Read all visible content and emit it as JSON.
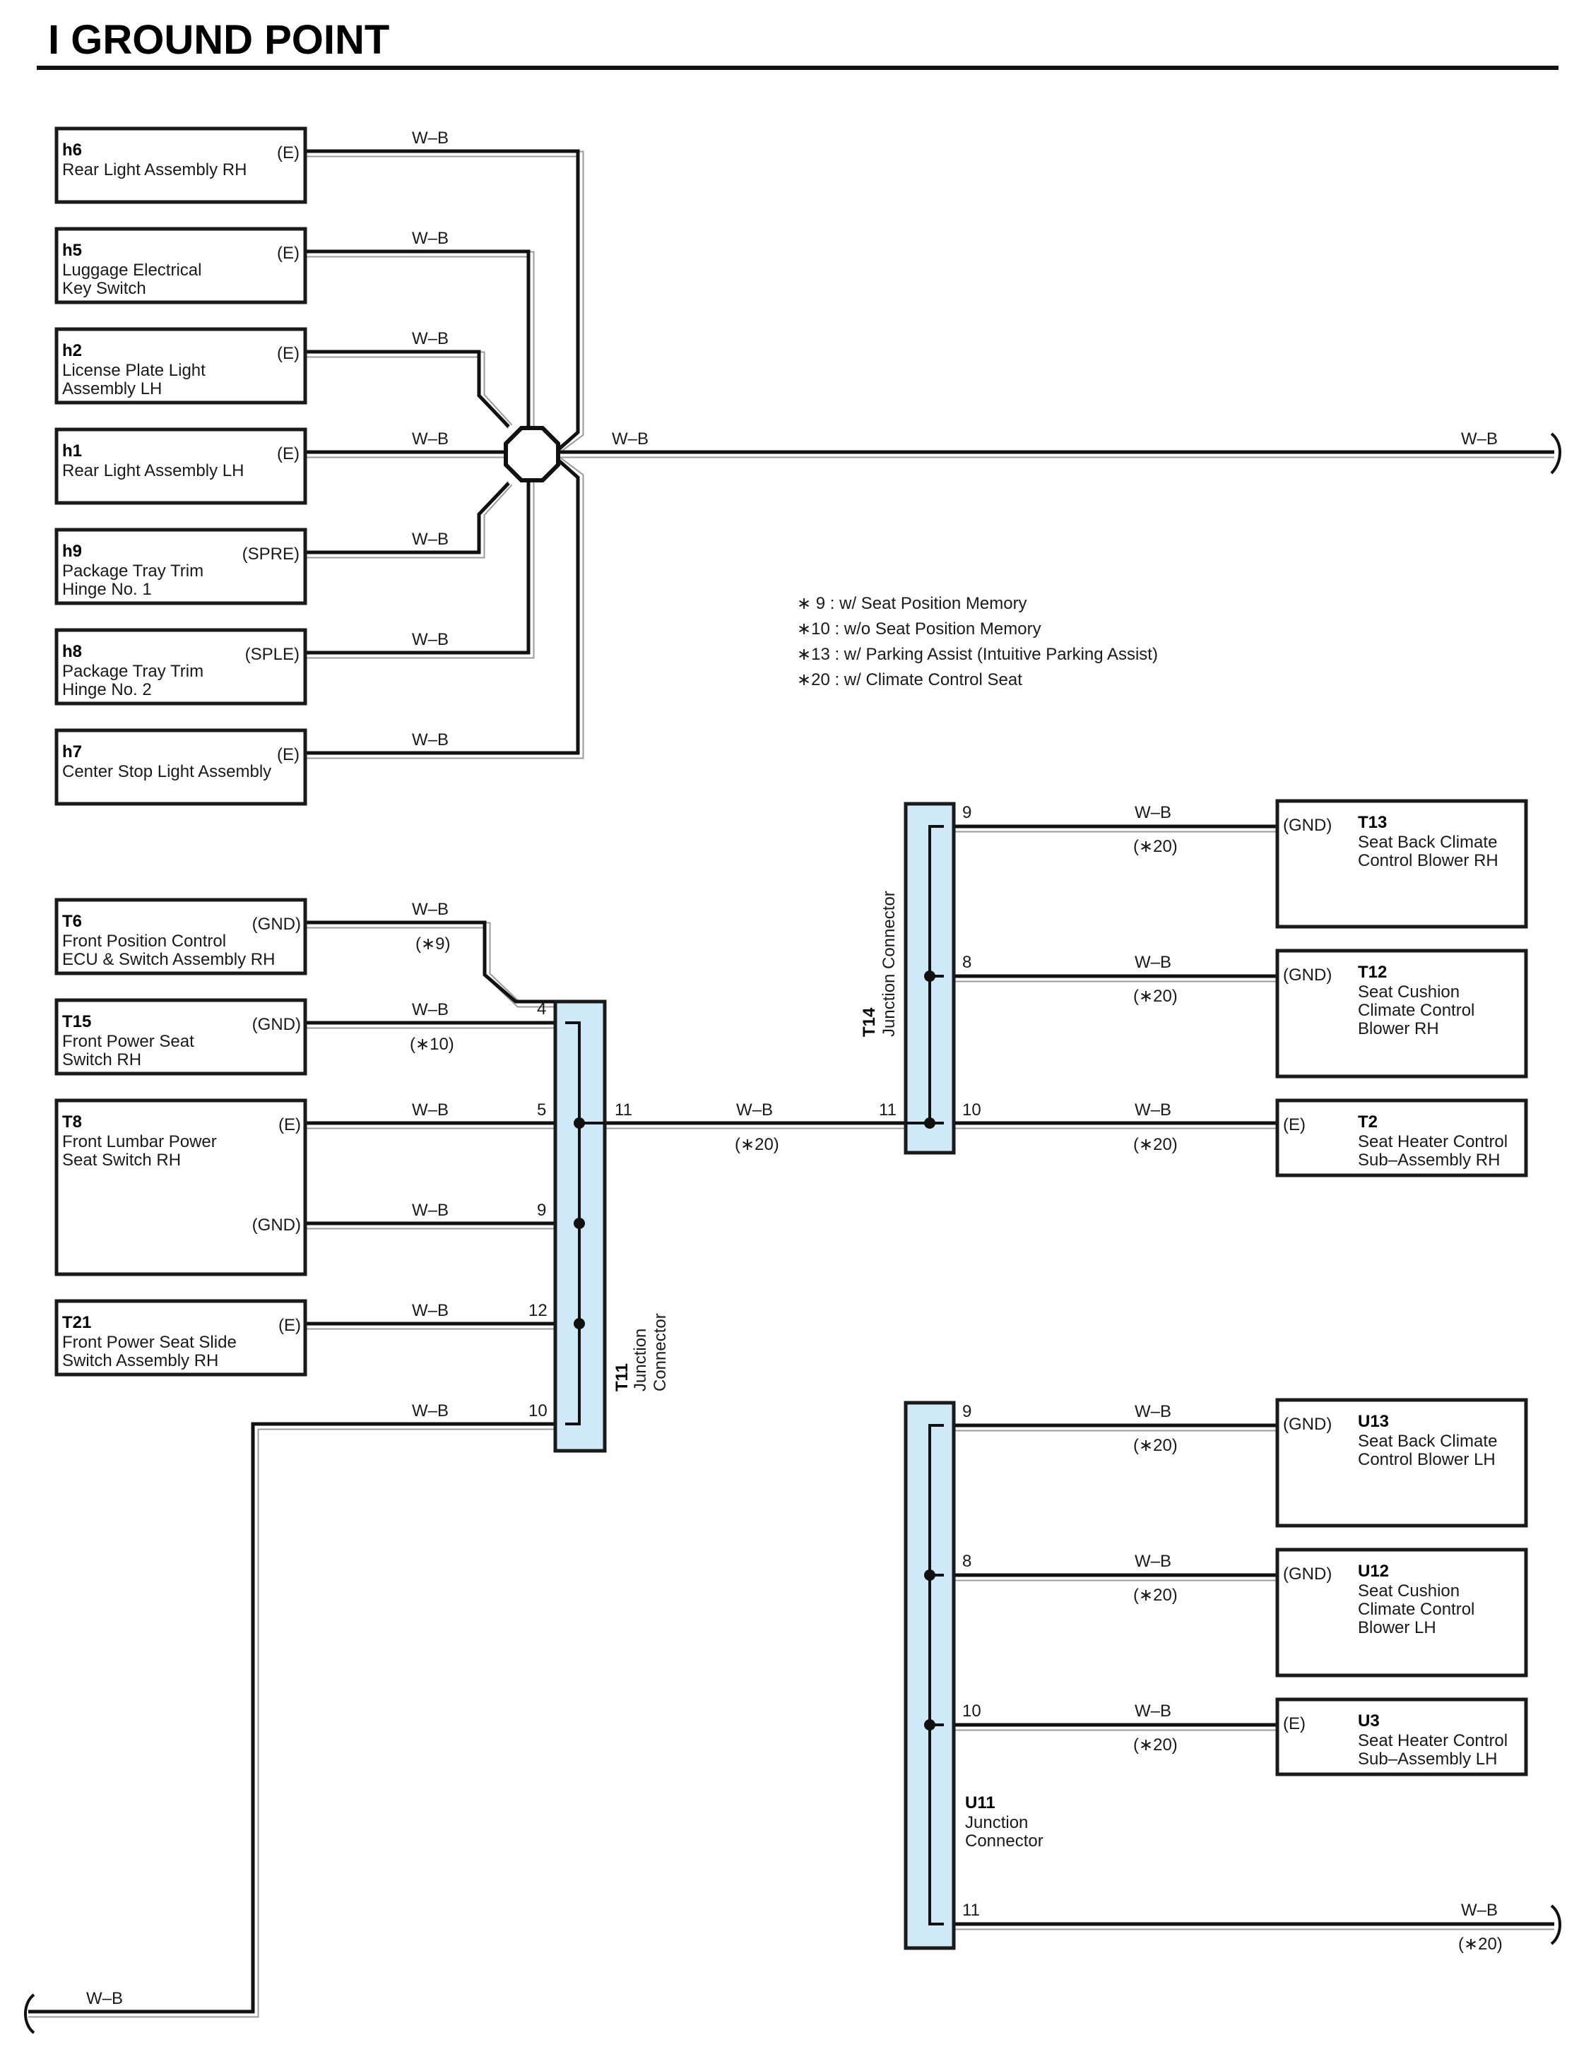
{
  "title": "I   GROUND POINT",
  "wire_label": "W–B",
  "group_top": {
    "components": [
      {
        "code": "h6",
        "name": [
          "Rear Light Assembly RH"
        ],
        "terminal": "(E)"
      },
      {
        "code": "h5",
        "name": [
          "Luggage Electrical",
          "Key Switch"
        ],
        "terminal": "(E)"
      },
      {
        "code": "h2",
        "name": [
          "License Plate Light",
          "Assembly LH"
        ],
        "terminal": "(E)"
      },
      {
        "code": "h1",
        "name": [
          "Rear Light Assembly LH"
        ],
        "terminal": "(E)"
      },
      {
        "code": "h9",
        "name": [
          "Package Tray Trim",
          "Hinge No.  1"
        ],
        "terminal": "(SPRE)"
      },
      {
        "code": "h8",
        "name": [
          "Package Tray Trim",
          "Hinge No.  2"
        ],
        "terminal": "(SPLE)"
      },
      {
        "code": "h7",
        "name": [
          "Center Stop Light Assembly"
        ],
        "terminal": "(E)"
      }
    ]
  },
  "notes": [
    "∗ 9 : w/ Seat Position Memory",
    "∗10 : w/o Seat Position Memory",
    "∗13 : w/ Parking Assist (Intuitive Parking Assist)",
    "∗20 : w/ Climate Control Seat"
  ],
  "group_t11": {
    "connector": {
      "code": "T11",
      "name": [
        "Junction",
        "Connector"
      ]
    },
    "components": [
      {
        "code": "T6",
        "name": [
          "Front Position Control",
          "ECU & Switch Assembly RH"
        ],
        "terminal": "(GND)",
        "pin": "4",
        "note": "(∗9)"
      },
      {
        "code": "T15",
        "name": [
          "Front Power Seat",
          "Switch RH"
        ],
        "terminal": "(GND)",
        "pin": "",
        "note": "(∗10)"
      },
      {
        "code": "T8",
        "name": [
          "Front Lumbar Power",
          "Seat Switch RH"
        ],
        "terminal": "(E)",
        "terminal2": "(GND)",
        "pin": "5",
        "pin2": "9",
        "note": ""
      },
      {
        "code": "T21",
        "name": [
          "Front Power Seat Slide",
          "Switch Assembly RH"
        ],
        "terminal": "(E)",
        "pin": "12",
        "note": ""
      }
    ],
    "pin_10": "10",
    "pin_out": "11",
    "out_note": "(∗20)"
  },
  "group_t14": {
    "connector": {
      "code": "T14",
      "name": [
        "Junction Connector"
      ]
    },
    "pin_in": "11",
    "components": [
      {
        "code": "T13",
        "name": [
          "Seat Back Climate",
          "Control Blower RH"
        ],
        "terminal": "(GND)",
        "pin": "9",
        "note": "(∗20)"
      },
      {
        "code": "T12",
        "name": [
          "Seat Cushion",
          "Climate Control",
          "Blower RH"
        ],
        "terminal": "(GND)",
        "pin": "8",
        "note": "(∗20)"
      },
      {
        "code": "T2",
        "name": [
          "Seat Heater Control",
          "Sub–Assembly RH"
        ],
        "terminal": "(E)",
        "pin": "10",
        "note": "(∗20)"
      }
    ]
  },
  "group_u11": {
    "connector": {
      "code": "U11",
      "name": [
        "Junction",
        "Connector"
      ]
    },
    "components": [
      {
        "code": "U13",
        "name": [
          "Seat Back Climate",
          "Control Blower LH"
        ],
        "terminal": "(GND)",
        "pin": "9",
        "note": "(∗20)"
      },
      {
        "code": "U12",
        "name": [
          "Seat Cushion",
          "Climate Control",
          "Blower LH"
        ],
        "terminal": "(GND)",
        "pin": "8",
        "note": "(∗20)"
      },
      {
        "code": "U3",
        "name": [
          "Seat Heater Control",
          "Sub–Assembly LH"
        ],
        "terminal": "(E)",
        "pin": "10",
        "note": "(∗20)"
      }
    ],
    "pin_out": "11",
    "out_note": "(∗20)"
  }
}
